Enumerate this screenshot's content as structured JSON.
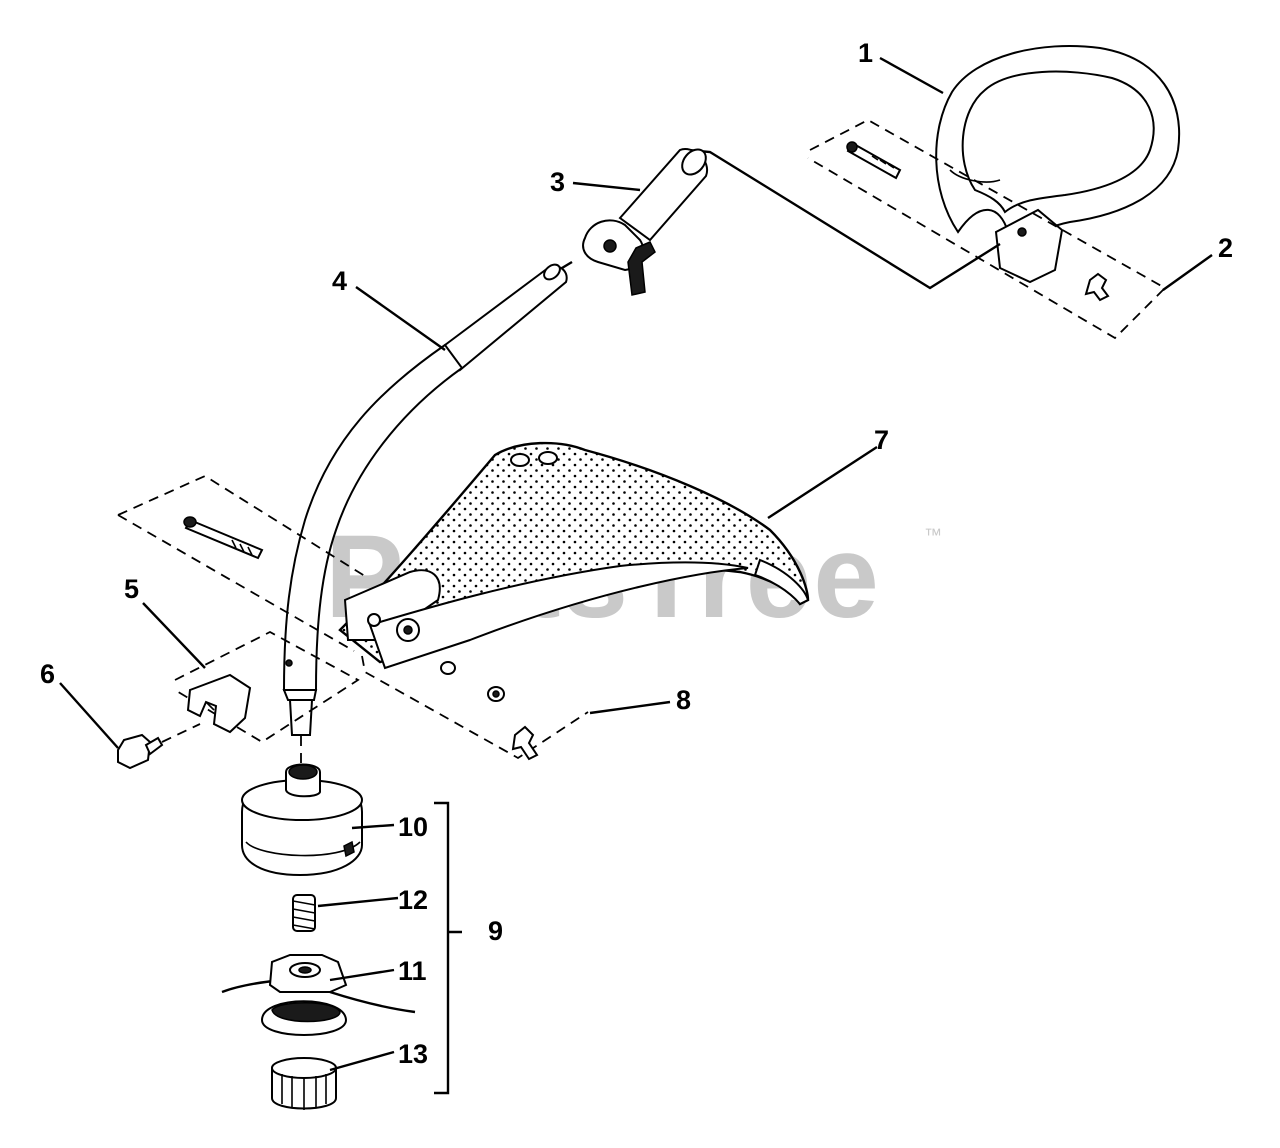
{
  "watermark": {
    "text": "PartsTree",
    "trademark": "™"
  },
  "callouts": [
    {
      "id": "1",
      "label": "1"
    },
    {
      "id": "2",
      "label": "2"
    },
    {
      "id": "3",
      "label": "3"
    },
    {
      "id": "4",
      "label": "4"
    },
    {
      "id": "5",
      "label": "5"
    },
    {
      "id": "6",
      "label": "6"
    },
    {
      "id": "7",
      "label": "7"
    },
    {
      "id": "8",
      "label": "8"
    },
    {
      "id": "9",
      "label": "9"
    },
    {
      "id": "10",
      "label": "10"
    },
    {
      "id": "11",
      "label": "11"
    },
    {
      "id": "12",
      "label": "12"
    },
    {
      "id": "13",
      "label": "13"
    }
  ]
}
